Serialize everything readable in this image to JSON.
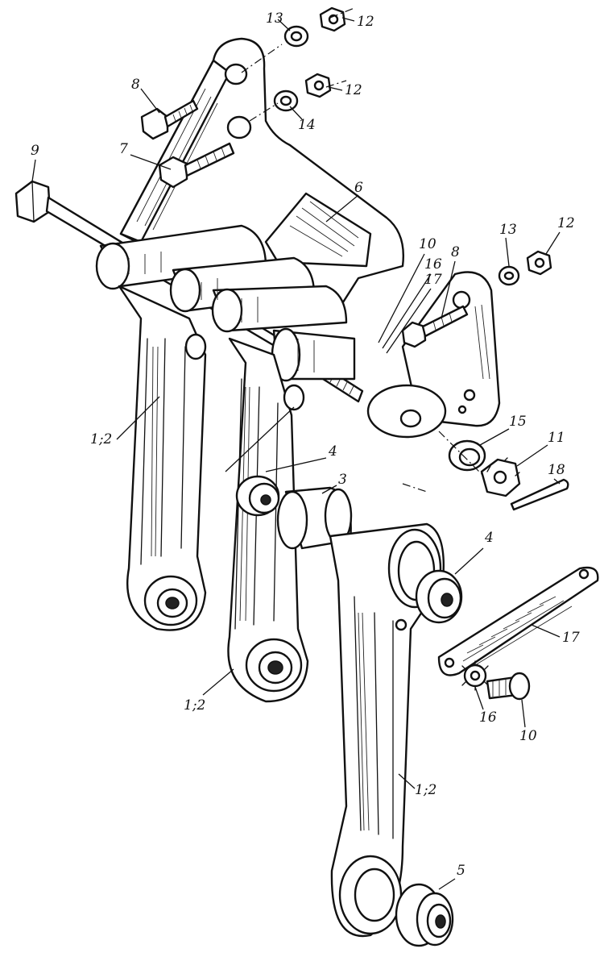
{
  "labels": {
    "l13a": "13",
    "l12a": "12",
    "l8a": "8",
    "l12b": "12",
    "l14": "14",
    "l7": "7",
    "l9": "9",
    "l6": "6",
    "l13b": "13",
    "l12c": "12",
    "l10a": "10",
    "l8b": "8",
    "l16a": "16",
    "l17a": "17",
    "l15": "15",
    "l11": "11",
    "l18": "18",
    "l4a": "4",
    "l3": "3",
    "l4b": "4",
    "l1_2a": "1;2",
    "l1_2b": "1;2",
    "l1_2c": "1;2",
    "l17b": "17",
    "l16b": "16",
    "l10b": "10",
    "l5": "5"
  },
  "colors": {
    "ink": "#111111",
    "paper": "#ffffff"
  }
}
